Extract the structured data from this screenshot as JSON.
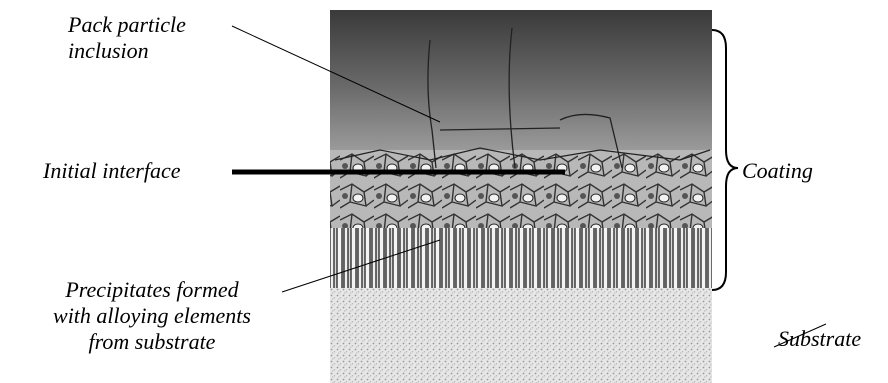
{
  "labels": {
    "pack_particle_line1": "Pack particle",
    "pack_particle_line2": "inclusion",
    "initial_interface": "Initial interface",
    "coating": "Coating",
    "precipitates_line1": "Precipitates formed",
    "precipitates_line2": "with alloying elements",
    "precipitates_line3": "from substrate",
    "substrate": "Substrate"
  }
}
